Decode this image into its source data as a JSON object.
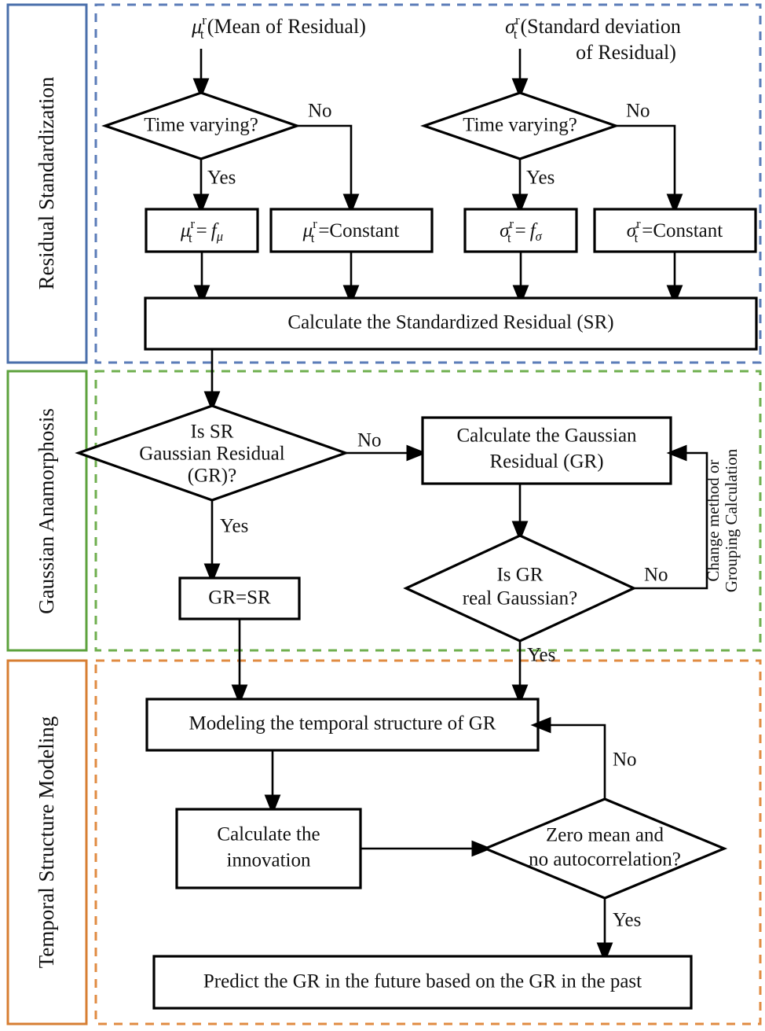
{
  "diagram": {
    "title": "Residual modeling flowchart",
    "sections": [
      {
        "id": "residual-standardization",
        "label": "Residual Standardization",
        "color": "#5b7cb8"
      },
      {
        "id": "gaussian-anamorphosis",
        "label": "Gaussian Anamorphosis",
        "color": "#6faf4f"
      },
      {
        "id": "temporal-structure-modeling",
        "label": "Temporal Structure Modeling",
        "color": "#e08b42"
      }
    ],
    "inputs": {
      "mu_symbol": "μ",
      "mu_sub": "t",
      "mu_sup": "r",
      "mu_caption": "(Mean of Residual)",
      "sigma_symbol": "σ",
      "sigma_sub": "t",
      "sigma_sup": "r",
      "sigma_caption_line1": "(Standard deviation",
      "sigma_caption_line2": "of Residual)"
    },
    "nodes": {
      "mu_decision": "Time varying?",
      "sigma_decision": "Time varying?",
      "mu_fn_symbol": "μ",
      "mu_fn_eq": "=",
      "mu_fn_f": "f",
      "mu_fn_f_sub": "μ",
      "mu_const_text": "=Constant",
      "sigma_fn_symbol": "σ",
      "sigma_fn_eq": "=",
      "sigma_fn_f": "f",
      "sigma_fn_f_sub": "σ",
      "sigma_const_text": "=Constant",
      "calc_sr": "Calculate the Standardized Residual (SR)",
      "is_sr_gr_line1": "Is SR",
      "is_sr_gr_line2": "Gaussian Residual",
      "is_sr_gr_line3": "(GR)?",
      "calc_gr_line1": "Calculate the Gaussian",
      "calc_gr_line2": "Residual (GR)",
      "gr_eq_sr": "GR=SR",
      "is_gr_real_line1": "Is GR",
      "is_gr_real_line2": "real Gaussian?",
      "modeling_temporal": "Modeling the temporal structure of GR",
      "calc_innovation_line1": "Calculate the",
      "calc_innovation_line2": "innovation",
      "zero_mean_line1": "Zero mean and",
      "zero_mean_line2": "no autocorrelation?",
      "predict_gr": "Predict the GR in the future based on the GR in the past"
    },
    "edge_labels": {
      "mu_no": "No",
      "mu_yes": "Yes",
      "sigma_no": "No",
      "sigma_yes": "Yes",
      "sr_gr_no": "No",
      "sr_gr_yes": "Yes",
      "gr_real_no": "No",
      "gr_real_yes": "Yes",
      "zero_mean_no": "No",
      "zero_mean_yes": "Yes",
      "feedback_line1": "Change method or",
      "feedback_line2": "Grouping Calculation"
    }
  }
}
